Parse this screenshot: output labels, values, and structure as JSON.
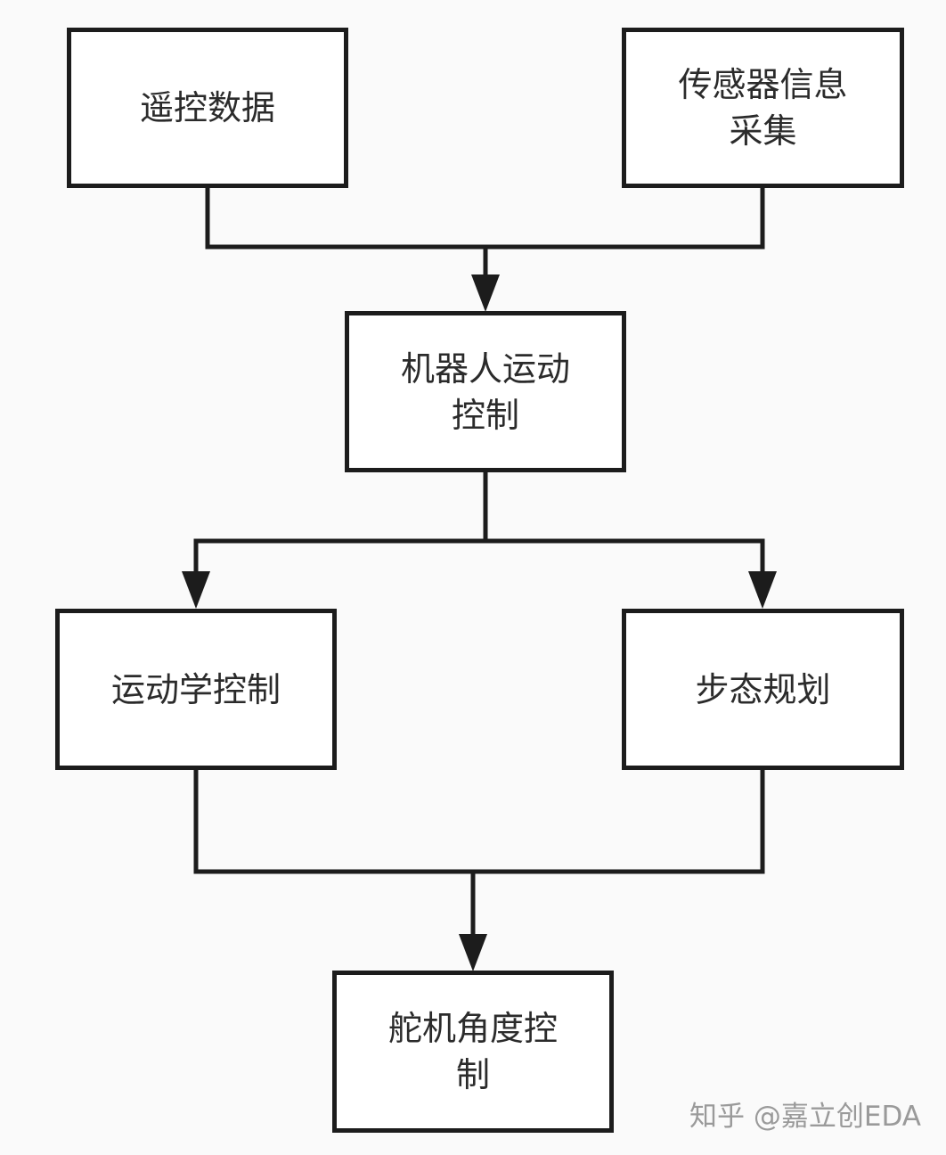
{
  "nodes": {
    "remote_data": "遥控数据",
    "sensor_collection": "传感器信息采集",
    "robot_motion_control": "机器人运动控制",
    "kinematics_control": "运动学控制",
    "gait_planning": "步态规划",
    "servo_angle_control": "舵机角度控制"
  },
  "edges": [
    {
      "from": "remote_data",
      "to": "robot_motion_control"
    },
    {
      "from": "sensor_collection",
      "to": "robot_motion_control"
    },
    {
      "from": "robot_motion_control",
      "to": "kinematics_control"
    },
    {
      "from": "robot_motion_control",
      "to": "gait_planning"
    },
    {
      "from": "kinematics_control",
      "to": "servo_angle_control"
    },
    {
      "from": "gait_planning",
      "to": "servo_angle_control"
    }
  ],
  "watermark": "知乎 @嘉立创EDA"
}
